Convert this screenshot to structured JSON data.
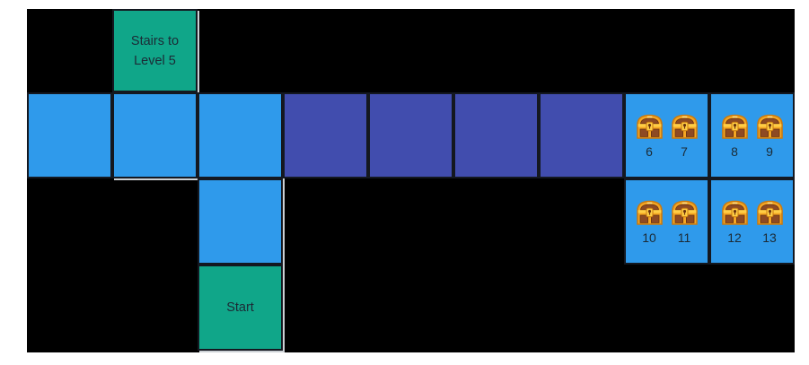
{
  "board": {
    "title": "dungeon level map",
    "colors": {
      "page_background": "#ffffff",
      "canvas_background": "#000000",
      "path_tile": "#2f9aeb",
      "corridor_tile": "#414dae",
      "special_tile": "#10a689",
      "tile_border": "#141820",
      "tile_shadow": "#ccd1d5",
      "label_text": "#1c2b36",
      "chest_gold": "#f5a623",
      "chest_gold_bright": "#ffce45",
      "chest_brown": "#8e4a23",
      "chest_brown_dark": "#69310f"
    },
    "tiles": [
      {
        "type": "stairs",
        "row": 0,
        "col": 1,
        "label_lines": [
          "Stairs to",
          "Level 5"
        ],
        "shadow": true
      },
      {
        "type": "path",
        "row": 1,
        "col": 0,
        "shadow": false
      },
      {
        "type": "path",
        "row": 1,
        "col": 1,
        "shadow": true
      },
      {
        "type": "path",
        "row": 1,
        "col": 2,
        "shadow": true
      },
      {
        "type": "corridor",
        "row": 1,
        "col": 3,
        "shadow": false
      },
      {
        "type": "corridor",
        "row": 1,
        "col": 4,
        "shadow": false
      },
      {
        "type": "corridor",
        "row": 1,
        "col": 5,
        "shadow": false
      },
      {
        "type": "corridor",
        "row": 1,
        "col": 6,
        "shadow": false
      },
      {
        "type": "treasure",
        "row": 1,
        "col": 7,
        "chests": [
          "6",
          "7"
        ],
        "shadow": false
      },
      {
        "type": "treasure",
        "row": 1,
        "col": 8,
        "chests": [
          "8",
          "9"
        ],
        "shadow": false
      },
      {
        "type": "path",
        "row": 2,
        "col": 2,
        "shadow": true
      },
      {
        "type": "treasure",
        "row": 2,
        "col": 7,
        "chests": [
          "10",
          "11"
        ],
        "shadow": false
      },
      {
        "type": "treasure",
        "row": 2,
        "col": 8,
        "chests": [
          "12",
          "13"
        ],
        "shadow": false
      },
      {
        "type": "start",
        "row": 3,
        "col": 2,
        "label_lines": [
          "Start"
        ],
        "shadow": true
      }
    ]
  }
}
